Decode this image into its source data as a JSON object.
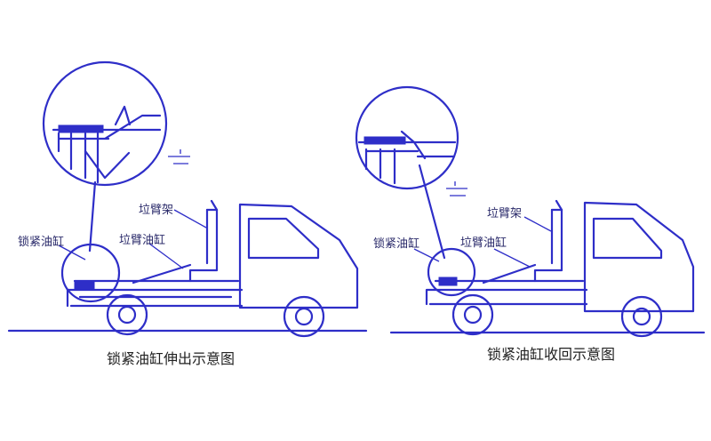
{
  "diagrams": [
    {
      "caption": "锁紧油缸伸出示意图",
      "label_cylinder": "锁紧油缸",
      "label_arm_cylinder": "垃臂油缸",
      "label_arm_frame": "垃臂架"
    },
    {
      "caption": "锁紧油缸收回示意图",
      "label_cylinder": "锁紧油缸",
      "label_arm_cylinder": "垃臂油缸",
      "label_arm_frame": "垃臂架"
    }
  ],
  "colors": {
    "line": "#2e2ec8",
    "text": "#2a2a6a"
  }
}
